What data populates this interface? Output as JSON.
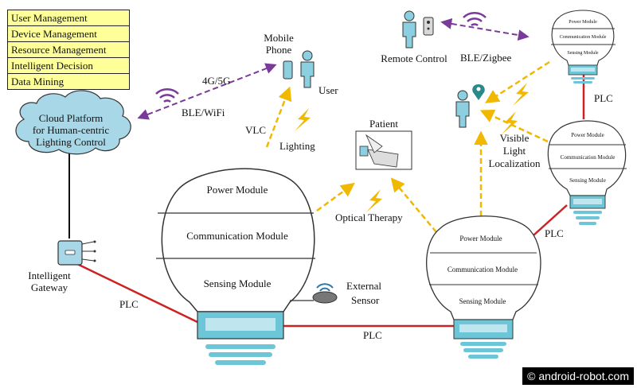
{
  "management_list": [
    "User Management",
    "Device Management",
    "Resource Management",
    "Intelligent Decision",
    "Data Mining"
  ],
  "cloud": {
    "line1": "Cloud Platform",
    "line2": "for Human-centric",
    "line3": "Lighting Control"
  },
  "gateway": {
    "line1": "Intelligent",
    "line2": "Gateway"
  },
  "links": {
    "g4g5g": "4G/5G",
    "blewifi": "BLE/WiFi",
    "blezigbee": "BLE/Zigbee",
    "vlc": "VLC",
    "lighting": "Lighting",
    "optical_therapy": "Optical Therapy",
    "plc_gateway": "PLC",
    "plc_bottom": "PLC",
    "plc_right_upper": "PLC",
    "plc_right_lower": "PLC",
    "visible_light_1": "Visible",
    "visible_light_2": "Light",
    "visible_light_3": "Localization"
  },
  "labels": {
    "mobile_phone_1": "Mobile",
    "mobile_phone_2": "Phone",
    "user": "User",
    "patient": "Patient",
    "remote_control": "Remote Control",
    "external_sensor_1": "External",
    "external_sensor_2": "Sensor"
  },
  "bulb_main": {
    "power": "Power Module",
    "comm": "Communication Module",
    "sensing": "Sensing Module"
  },
  "bulb_mid": {
    "power": "Power Module",
    "comm": "Communication Module",
    "sensing": "Sensing Module"
  },
  "bulb_right": {
    "power": "Power Module",
    "comm": "Communication Module",
    "sensing": "Sensing Module"
  },
  "bulb_top": {
    "power": "Power Module",
    "comm": "Communication Module",
    "sensing": "Sensing Module"
  },
  "watermark": "© android-robot.com",
  "colors": {
    "plc_line": "#cc2222",
    "wireless_arrow": "#7a3a9a",
    "light_arrow": "#f0b800",
    "bulb_fill": "#6cc6d8",
    "cloud_fill": "#a8d8e8",
    "menu_fill": "#ffff99"
  }
}
